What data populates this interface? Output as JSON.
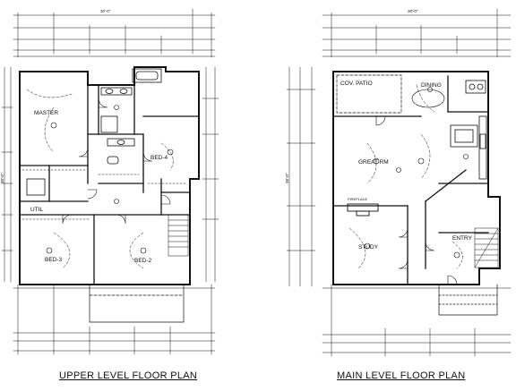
{
  "upper": {
    "title": "UPPER LEVEL FLOOR PLAN",
    "rooms": {
      "master": "MASTER",
      "bed4": "BED-4",
      "bed3": "BED-3",
      "bed2": "BED-2",
      "util": "UTIL"
    },
    "dims": {
      "top_total": "30'-0\"",
      "side_total": "38'-0\""
    }
  },
  "main": {
    "title": "MAIN LEVEL FLOOR PLAN",
    "rooms": {
      "patio": "COV. PATIO",
      "dining": "DINING",
      "great": "GREAT RM",
      "study": "STUDY",
      "entry": "ENTRY",
      "fireplace": "FIREPLACE"
    },
    "dims": {
      "top_total": "30'-0\"",
      "side_total": "38'-0\""
    }
  }
}
